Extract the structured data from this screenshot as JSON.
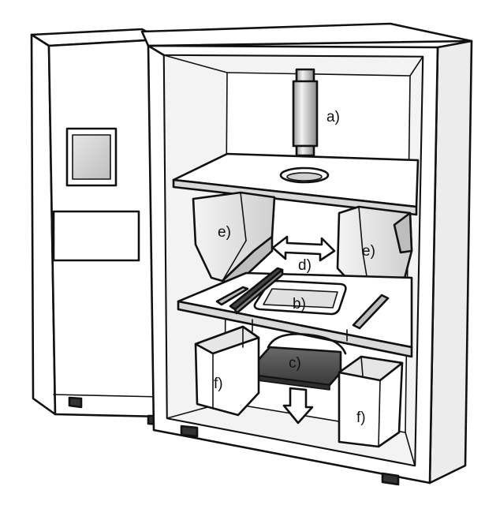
{
  "labels": {
    "a": "a)",
    "b": "b)",
    "c": "c)",
    "d": "d)",
    "e_left": "e)",
    "e_right": "e)",
    "f_left": "f)",
    "f_right": "f)"
  },
  "colors": {
    "line": "#111111",
    "cabinet": "#ffffff",
    "cabinet_side": "#ececec",
    "interior_back": "#f3f3f3",
    "shade": "#d9d9d9",
    "dark_tray": "#555555",
    "screen": "#cfcfcf"
  }
}
